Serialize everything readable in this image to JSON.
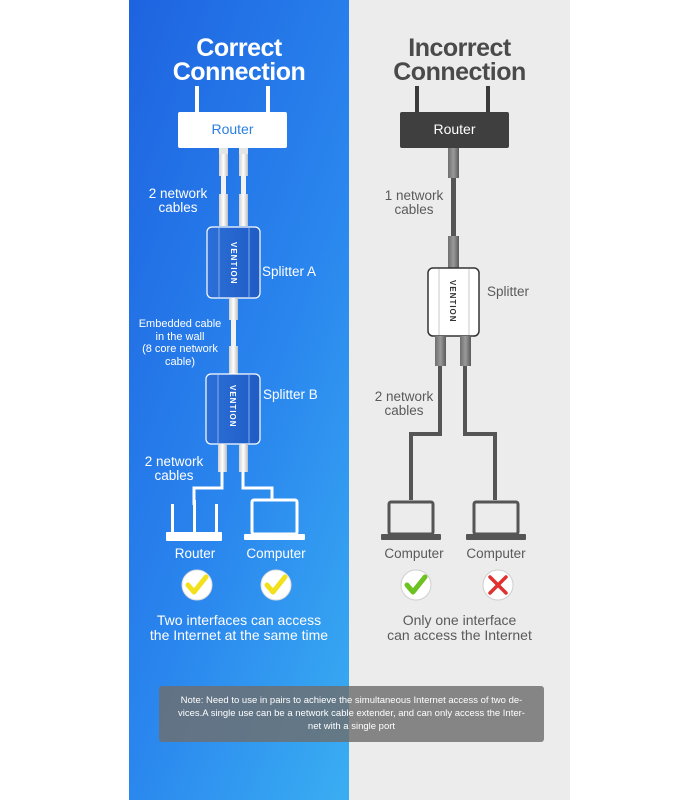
{
  "left": {
    "title_line1": "Correct",
    "title_line2": "Connection",
    "router_label": "Router",
    "cables_top_line1": "2 network",
    "cables_top_line2": "cables",
    "splitter_a_label": "Splitter A",
    "embedded_line1": "Embedded cable",
    "embedded_line2": "in the wall",
    "embedded_line3": "(8 core network",
    "embedded_line4": "cable)",
    "splitter_b_label": "Splitter B",
    "cables_bottom_line1": "2 network",
    "cables_bottom_line2": "cables",
    "device1_label": "Router",
    "device2_label": "Computer",
    "caption_line1": "Two interfaces can access",
    "caption_line2": "the Internet at the same time",
    "brand": "VENTION"
  },
  "right": {
    "title_line1": "Incorrect",
    "title_line2": "Connection",
    "router_label": "Router",
    "cables_top_line1": "1 network",
    "cables_top_line2": "cables",
    "splitter_label": "Splitter",
    "cables_bottom_line1": "2 network",
    "cables_bottom_line2": "cables",
    "device1_label": "Computer",
    "device2_label": "Computer",
    "caption_line1": "Only one interface",
    "caption_line2": "can access the Internet",
    "brand": "VENTION"
  },
  "note": {
    "line1": "Note: Need to use in pairs to achieve the simultaneous Internet access of two de-",
    "line2": "vices.A single use can be a network cable extender, and can only access the Inter-",
    "line3": "net with a single port"
  },
  "colors": {
    "left_panel_start": "#1e63e0",
    "left_panel_end": "#3aaef2",
    "right_panel": "#ececec",
    "check_green": "#6cc21e",
    "check_yellow": "#f2e01a",
    "cross_red": "#e03030"
  },
  "icons": {
    "ok": "check-mark-icon",
    "fail": "cross-mark-icon"
  }
}
